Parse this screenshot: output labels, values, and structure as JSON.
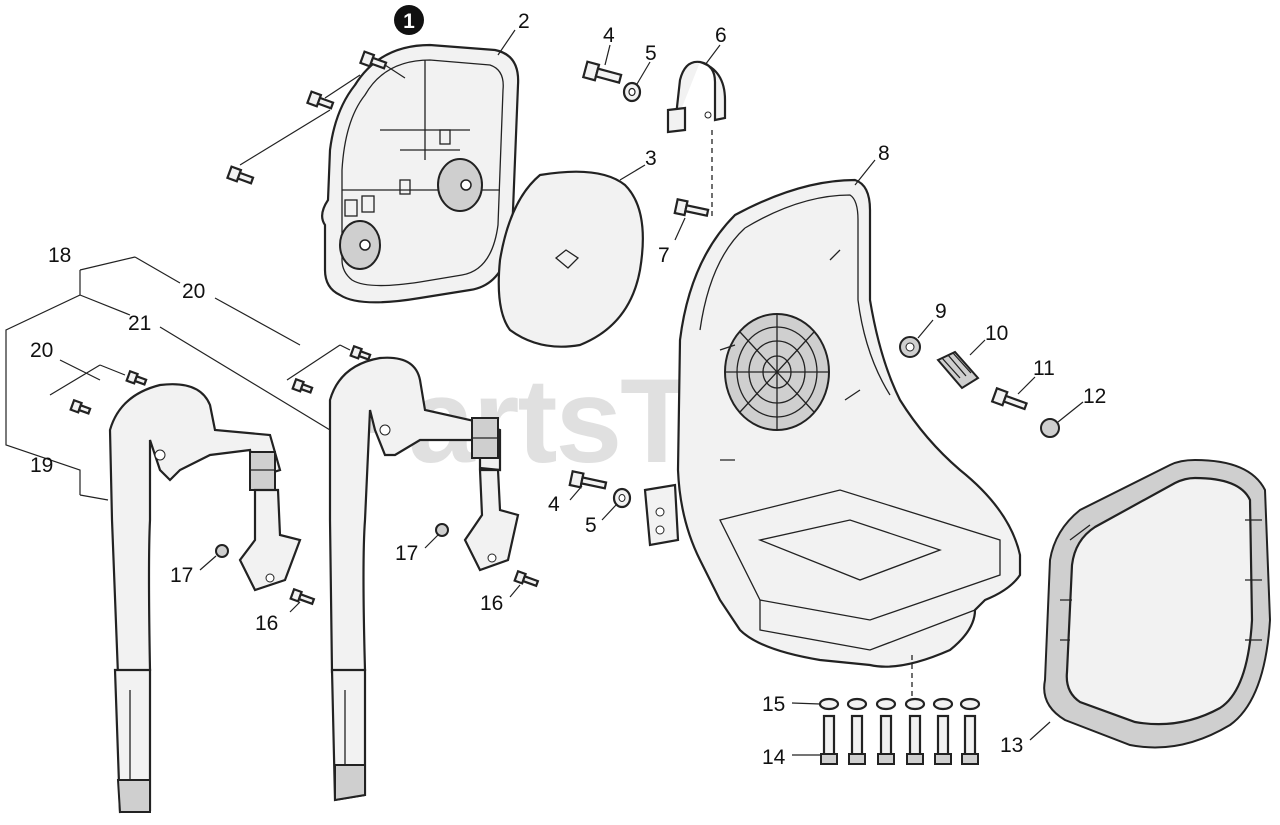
{
  "watermark": "PartsTree",
  "callouts": {
    "c1": "1",
    "c2": "2",
    "c3": "3",
    "c4a": "4",
    "c5a": "5",
    "c6": "6",
    "c7": "7",
    "c8": "8",
    "c9": "9",
    "c10": "10",
    "c11": "11",
    "c12": "12",
    "c13": "13",
    "c14": "14",
    "c15": "15",
    "c16a": "16",
    "c16b": "16",
    "c17a": "17",
    "c17b": "17",
    "c18": "18",
    "c19": "19",
    "c20a": "20",
    "c20b": "20",
    "c21": "21",
    "c4b": "4",
    "c5b": "5"
  }
}
